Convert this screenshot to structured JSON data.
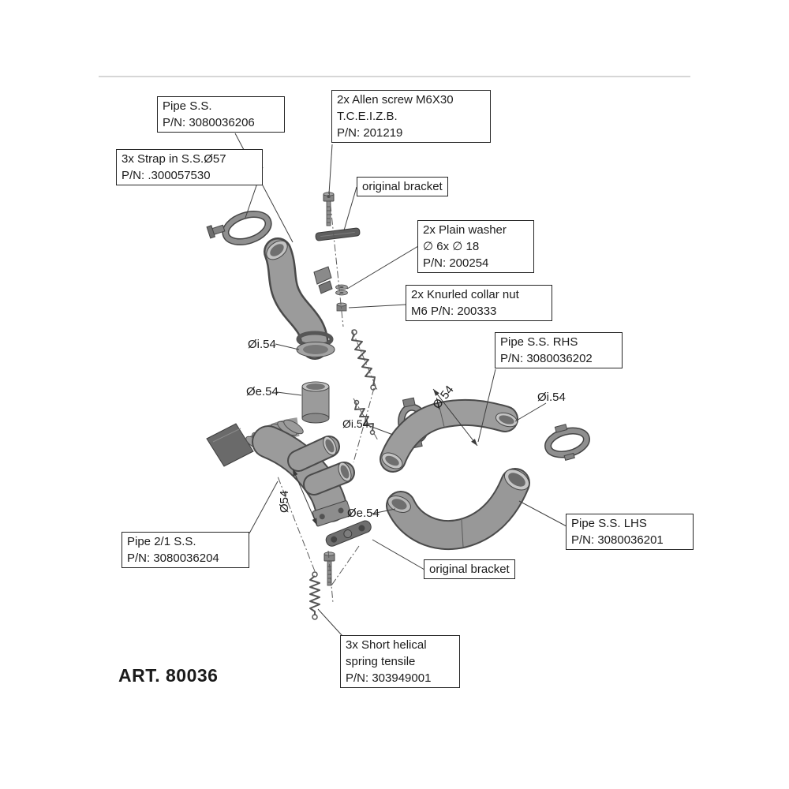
{
  "art_number": "ART. 80036",
  "callouts": {
    "pipe_ss": {
      "line1": "Pipe S.S.",
      "line2": "P/N: 3080036206"
    },
    "allen_screw": {
      "line1": "2x Allen screw M6X30",
      "line2": "T.C.E.I.Z.B.",
      "line3": "P/N: 201219"
    },
    "strap": {
      "line1": "3x Strap in S.S.Ø57",
      "line2": "P/N: .300057530"
    },
    "original_bracket_top": {
      "line1": "original bracket"
    },
    "plain_washer": {
      "line1": "2x Plain washer",
      "line2": "∅ 6x ∅ 18",
      "line3": "P/N: 200254"
    },
    "knurled_nut": {
      "line1": "2x Knurled collar nut",
      "line2": "M6 P/N: 200333"
    },
    "pipe_rhs": {
      "line1": "Pipe S.S. RHS",
      "line2": "P/N: 3080036202"
    },
    "pipe_21": {
      "line1": "Pipe 2/1 S.S.",
      "line2": "P/N: 3080036204"
    },
    "pipe_lhs": {
      "line1": "Pipe S.S. LHS",
      "line2": "P/N: 3080036201"
    },
    "original_bracket_bottom": {
      "line1": "original bracket"
    },
    "spring": {
      "line1": "3x Short helical",
      "line2": "spring tensile",
      "line3": "P/N: 303949001"
    }
  },
  "dimensions": {
    "top_inner": "Øi.54",
    "top_outer": "Øe.54",
    "mid_inner": "Øi.54",
    "rhs_diag": "Ø 54",
    "rhs_inner": "Øi.54",
    "collector_vertical": "Ø54",
    "lhs_outer": "Øe.54"
  },
  "colors": {
    "pipe_gray": "#9b9b9b",
    "pipe_outline": "#4a4a4a",
    "dark_part": "#6e6e6e",
    "line": "#3f3f3f",
    "page_edge": "#c9c9c9"
  }
}
